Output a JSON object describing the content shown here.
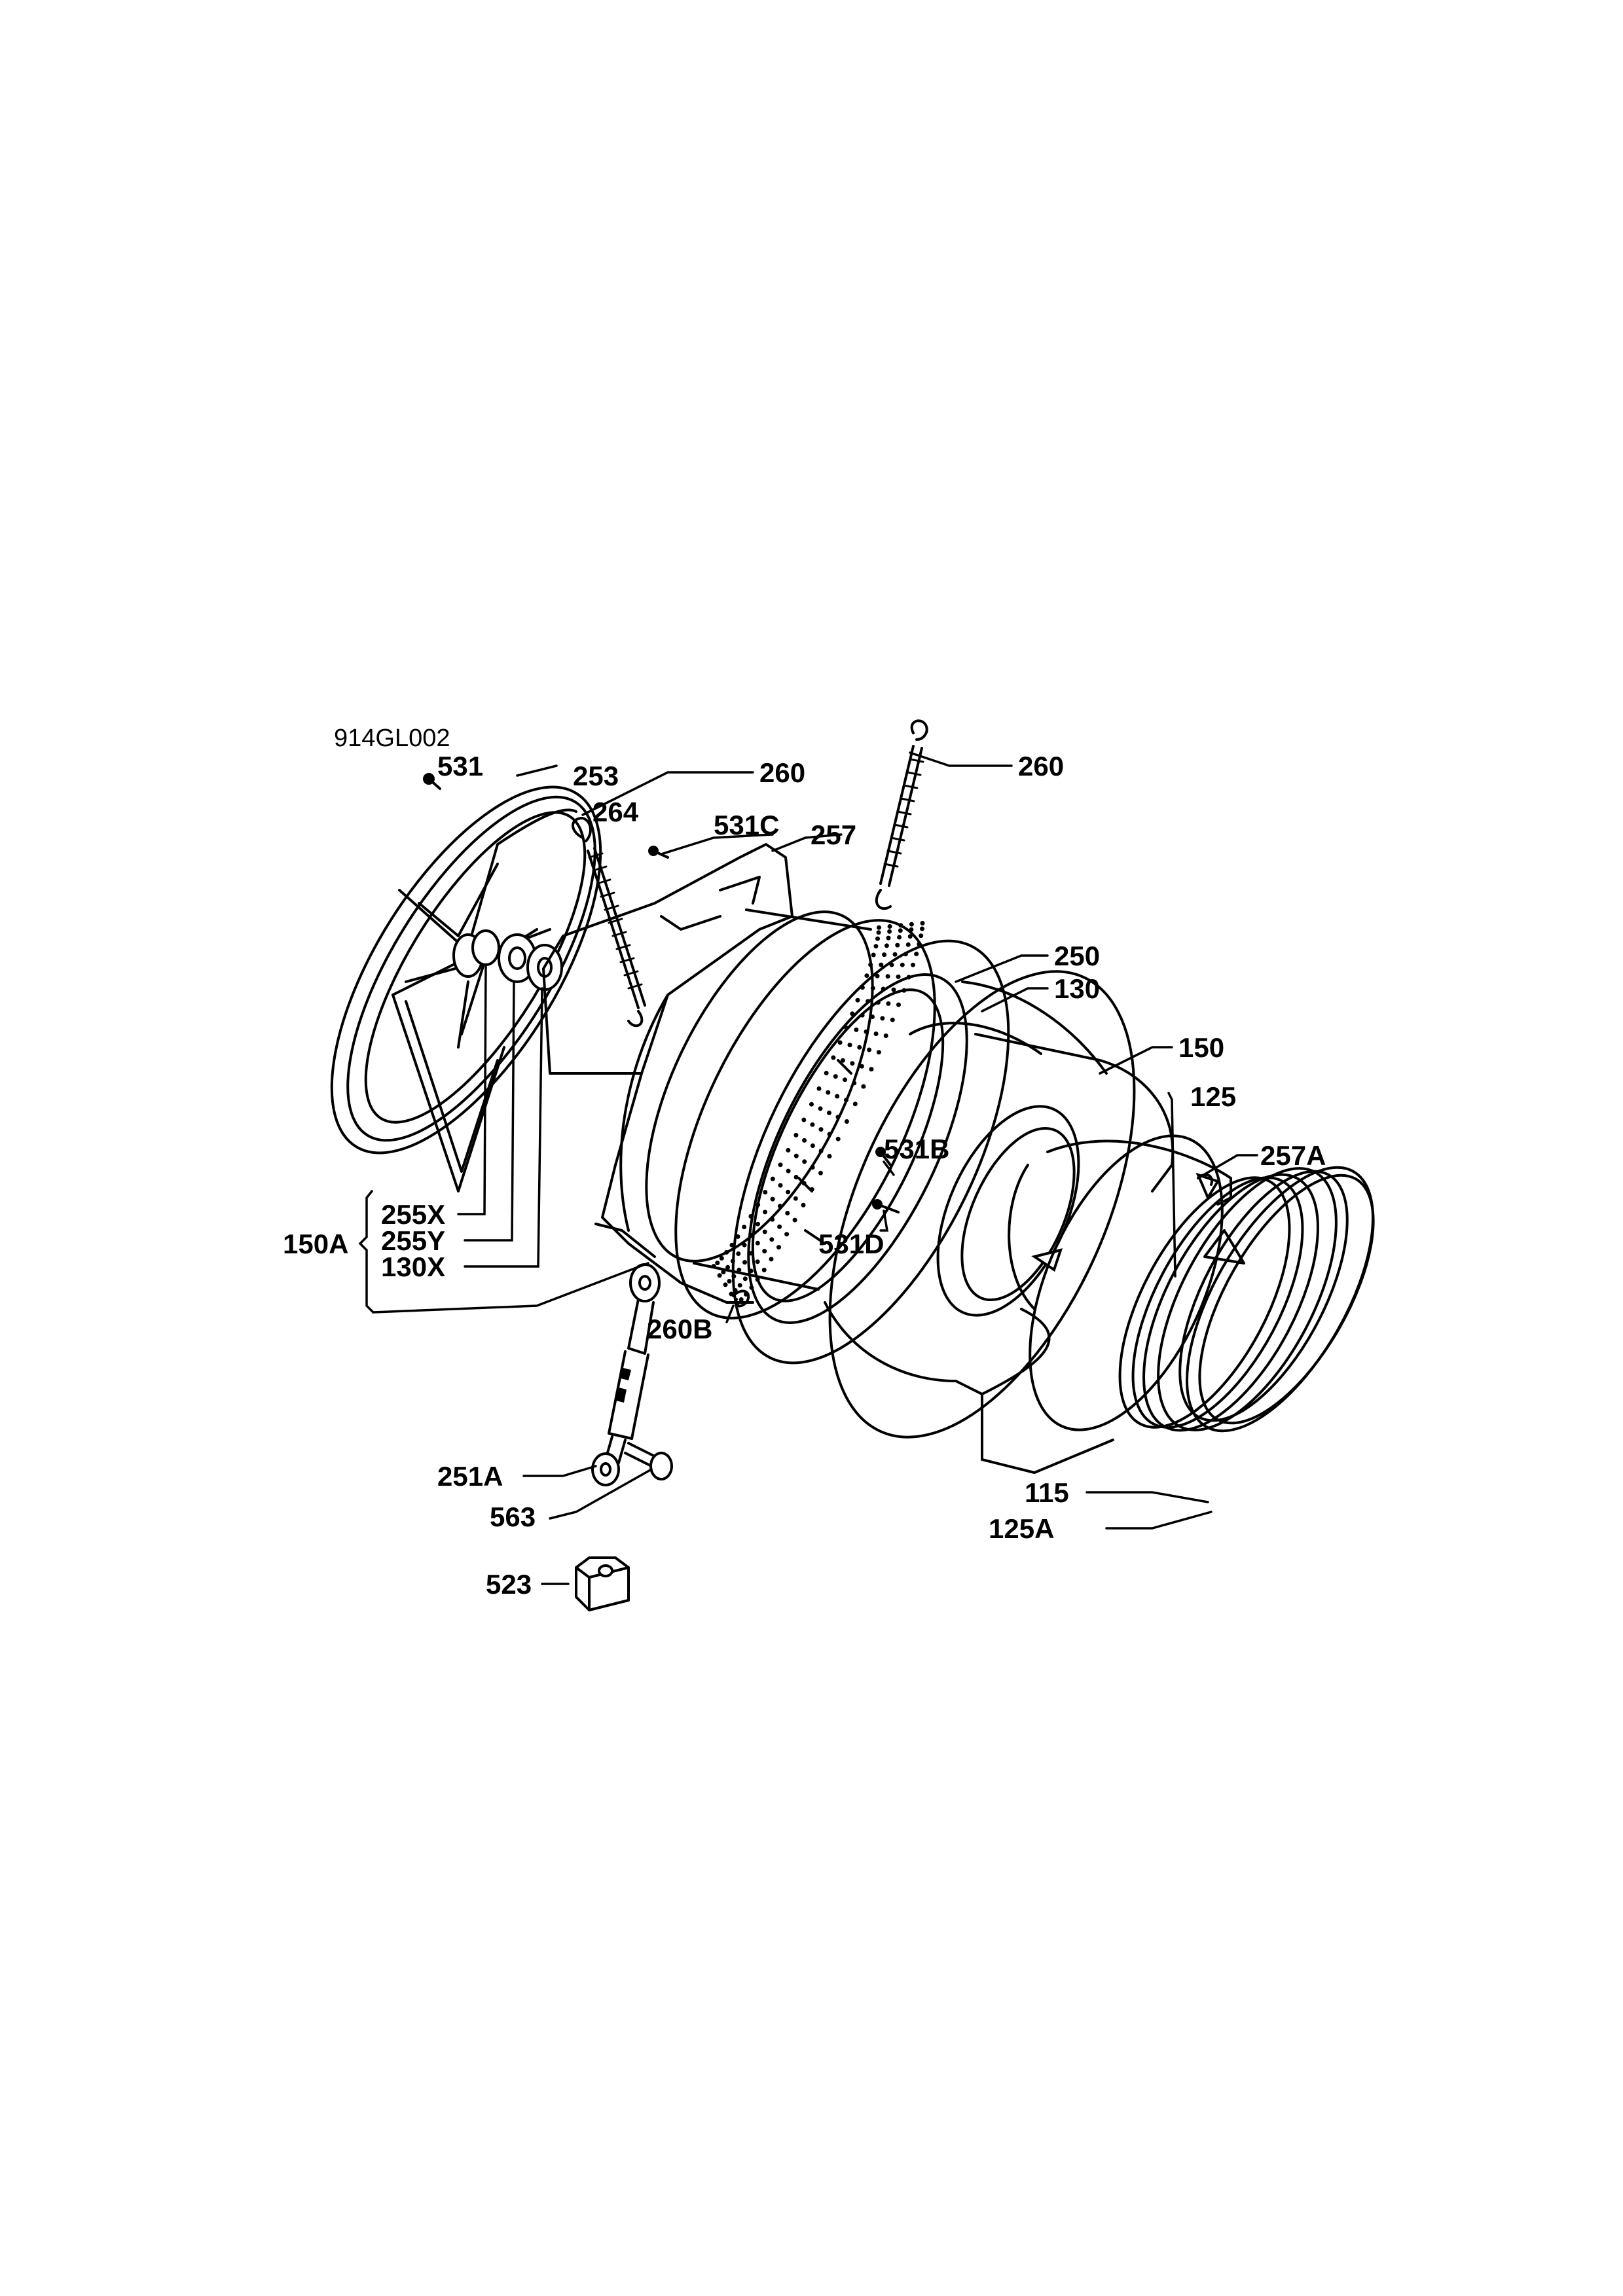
{
  "diagram_code": "914GL002",
  "part_labels": {
    "p531": "531",
    "p253": "253",
    "p264": "264",
    "p260_top": "260",
    "p260_right": "260",
    "p531C": "531C",
    "p257": "257",
    "p250": "250",
    "p130": "130",
    "p150": "150",
    "p125": "125",
    "p257A": "257A",
    "p531B": "531B",
    "p531D": "531D",
    "p150A": "150A",
    "p255X": "255X",
    "p255Y": "255Y",
    "p130X": "130X",
    "p260B": "260B",
    "p251A": "251A",
    "p563": "563",
    "p523": "523",
    "p115": "115",
    "p125A": "125A"
  }
}
